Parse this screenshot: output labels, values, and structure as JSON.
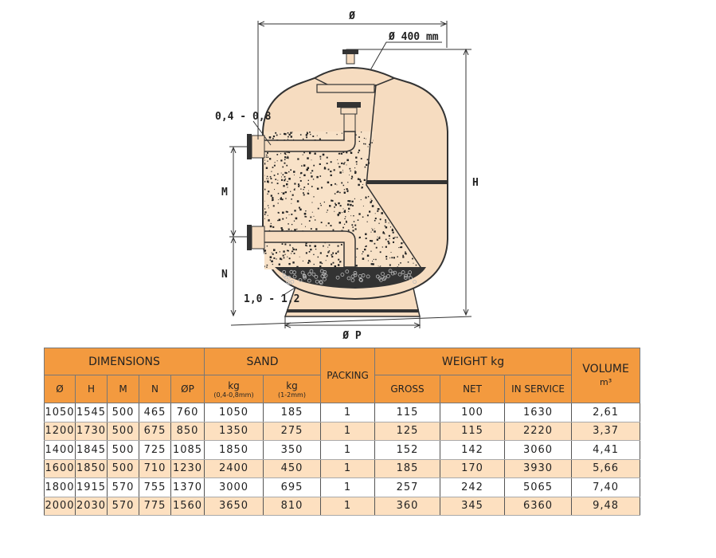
{
  "diagram": {
    "labels": {
      "diameter": "Ø",
      "top_opening": "Ø 400 mm",
      "height": "H",
      "m": "M",
      "n": "N",
      "base_diameter": "Ø P",
      "sand_fine": "0,4 - 0,8",
      "gravel": "1,0 - 1,2"
    },
    "colors": {
      "tank": "#f6dcc0",
      "header": "#f39a3f",
      "row_alt": "#fde0c0"
    }
  },
  "table": {
    "groups": {
      "dimensions": "DIMENSIONS",
      "sand": "SAND",
      "packing": "PACKING",
      "weight": "WEIGHT kg",
      "volume": "VOLUME",
      "volume_unit": "m³"
    },
    "columns": {
      "d": "Ø",
      "h": "H",
      "m": "M",
      "n": "N",
      "p": "ØP",
      "sand1": "kg",
      "sand1_sub": "(0,4-0,8mm)",
      "sand2": "kg",
      "sand2_sub": "(1-2mm)",
      "gross": "GROSS",
      "net": "NET",
      "service": "IN SERVICE"
    },
    "rows": [
      [
        "1050",
        "1545",
        "500",
        "465",
        "760",
        "1050",
        "185",
        "1",
        "115",
        "100",
        "1630",
        "2,61"
      ],
      [
        "1200",
        "1730",
        "500",
        "675",
        "850",
        "1350",
        "275",
        "1",
        "125",
        "115",
        "2220",
        "3,37"
      ],
      [
        "1400",
        "1845",
        "500",
        "725",
        "1085",
        "1850",
        "350",
        "1",
        "152",
        "142",
        "3060",
        "4,41"
      ],
      [
        "1600",
        "1850",
        "500",
        "710",
        "1230",
        "2400",
        "450",
        "1",
        "185",
        "170",
        "3930",
        "5,66"
      ],
      [
        "1800",
        "1915",
        "570",
        "755",
        "1370",
        "3000",
        "695",
        "1",
        "257",
        "242",
        "5065",
        "7,40"
      ],
      [
        "2000",
        "2030",
        "570",
        "775",
        "1560",
        "3650",
        "810",
        "1",
        "360",
        "345",
        "6360",
        "9,48"
      ]
    ]
  }
}
